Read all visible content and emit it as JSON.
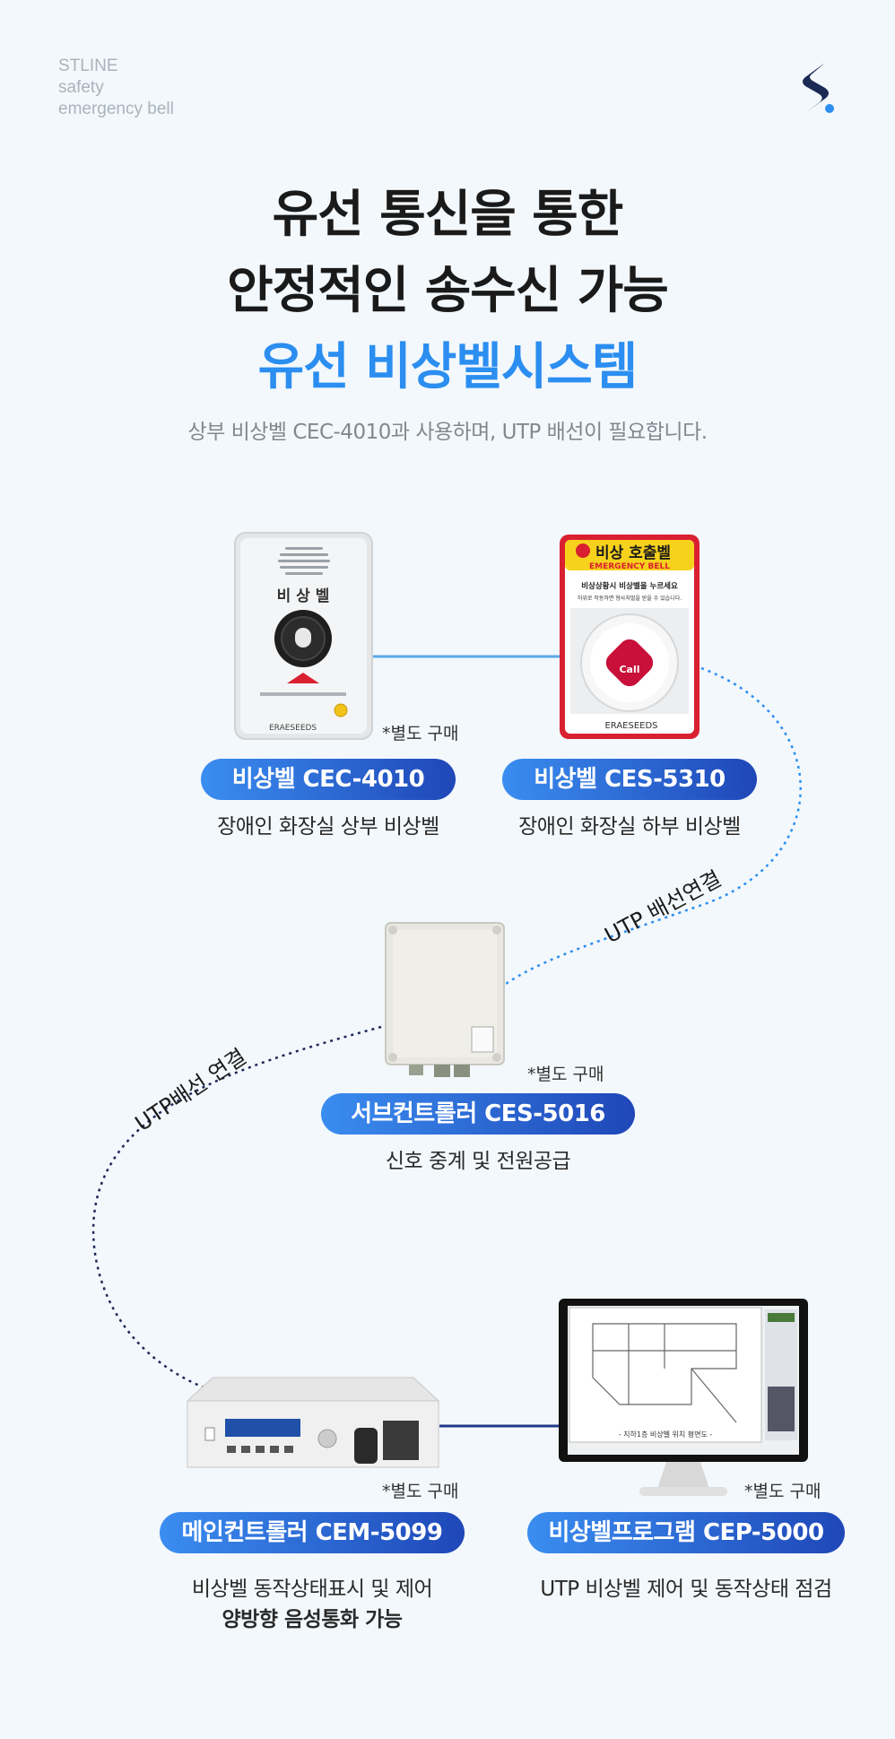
{
  "brand": {
    "lines": [
      "STLINE",
      "safety",
      "emergency bell"
    ]
  },
  "headline": {
    "line1": "유선 통신을 통한",
    "line2": "안정적인 송수신 가능",
    "line3": "유선 비상벨시스템"
  },
  "subtitle": "상부 비상벨 CEC-4010과 사용하며, UTP 배선이 필요합니다.",
  "products": {
    "cec4010": {
      "pill": "비상벨 CEC-4010",
      "desc": "장애인 화장실 상부 비상벨",
      "note": "*별도 구매",
      "panel_text": "비 상 벨",
      "brand_label": "ERAESEEDS"
    },
    "ces5310": {
      "pill": "비상벨 CES-5310",
      "desc": "장애인 화장실 하부 비상벨",
      "sign_title": "비상 호출벨",
      "sign_sub": "EMERGENCY BELL",
      "sign_line1": "비상상황시 비상벨을 누르세요",
      "sign_line2": "허위로 작동하면 형사처벌을 받을 수 있습니다.",
      "button_label": "Call",
      "brand_label": "ERAESEEDS"
    },
    "ces5016": {
      "pill": "서브컨트롤러 CES-5016",
      "desc": "신호 중계 및 전원공급",
      "note": "*별도 구매"
    },
    "cem5099": {
      "pill": "메인컨트롤러 CEM-5099",
      "desc1": "비상벨 동작상태표시 및 제어",
      "desc2": "양방향 음성통화 가능",
      "note": "*별도 구매"
    },
    "cep5000": {
      "pill": "비상벨프로그램 CEP-5000",
      "desc": "UTP 비상벨 제어 및 동작상태 점검",
      "note": "*별도 구매",
      "screen_caption": "- 지하1층 비상벨 위치 평면도 -"
    }
  },
  "connections": {
    "upper": "UTP 배선연결",
    "lower": "UTP배선 연결"
  },
  "colors": {
    "accent_blue": "#2b8ef0",
    "pill_start": "#3a8df0",
    "pill_end": "#1f47b8",
    "wire_blue": "#5ba8e8",
    "dotted_dark": "#1d2a5a",
    "sign_yellow": "#f7d21c",
    "sign_red": "#d92030",
    "background": "#f3f8fc"
  }
}
